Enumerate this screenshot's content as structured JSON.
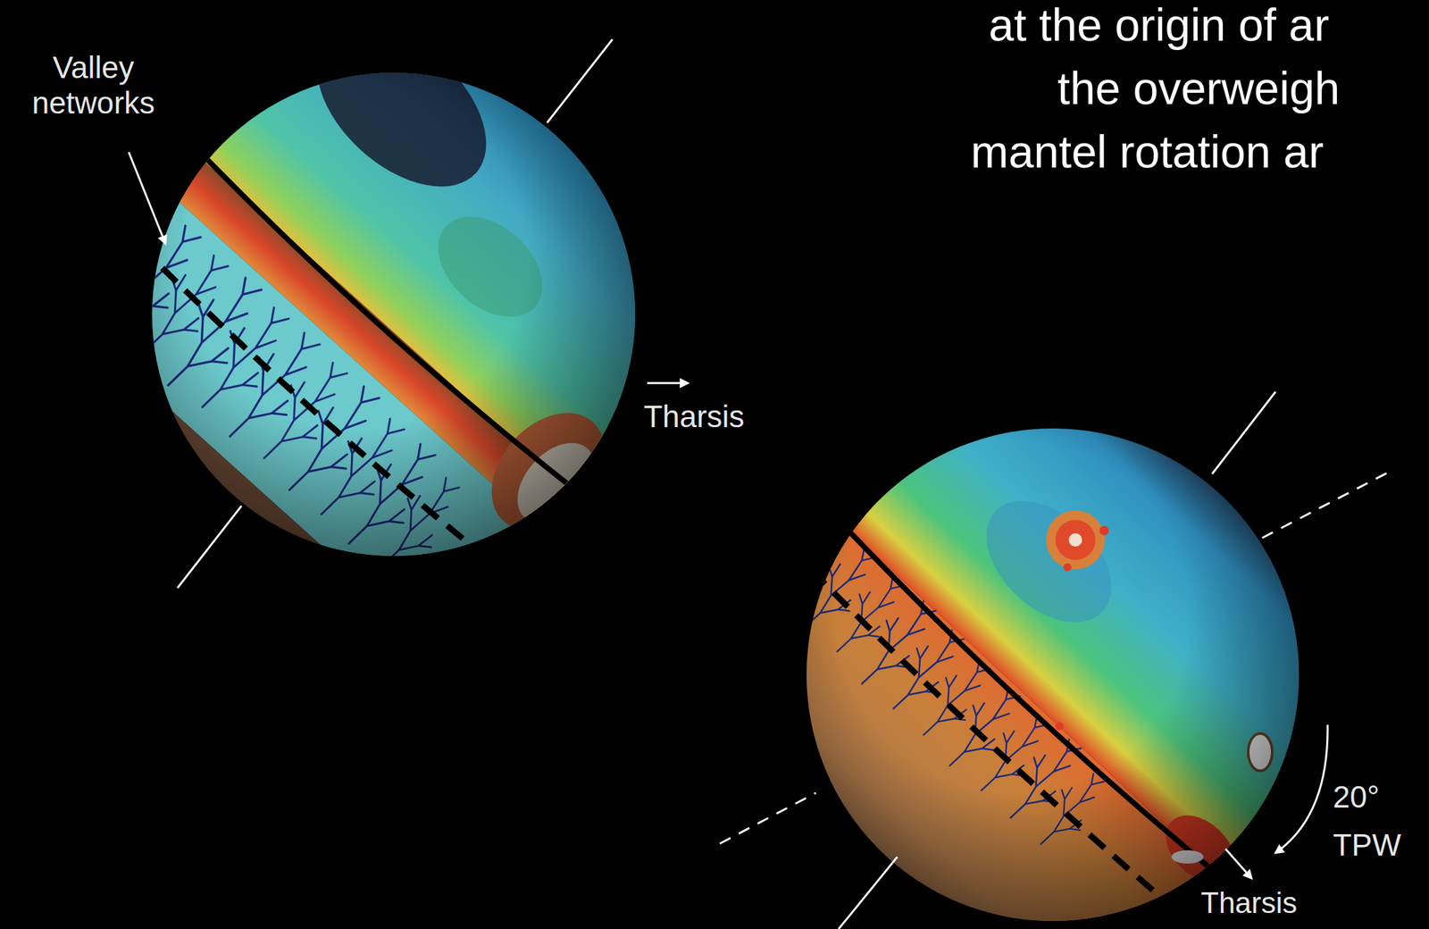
{
  "diagram": {
    "labels": [
      "at the origin of ar",
      "the overweigh",
      "mantel rotation ar",
      "Valley networks",
      "Tharsis",
      "Tharsis",
      "20°",
      "TPW"
    ]
  }
}
